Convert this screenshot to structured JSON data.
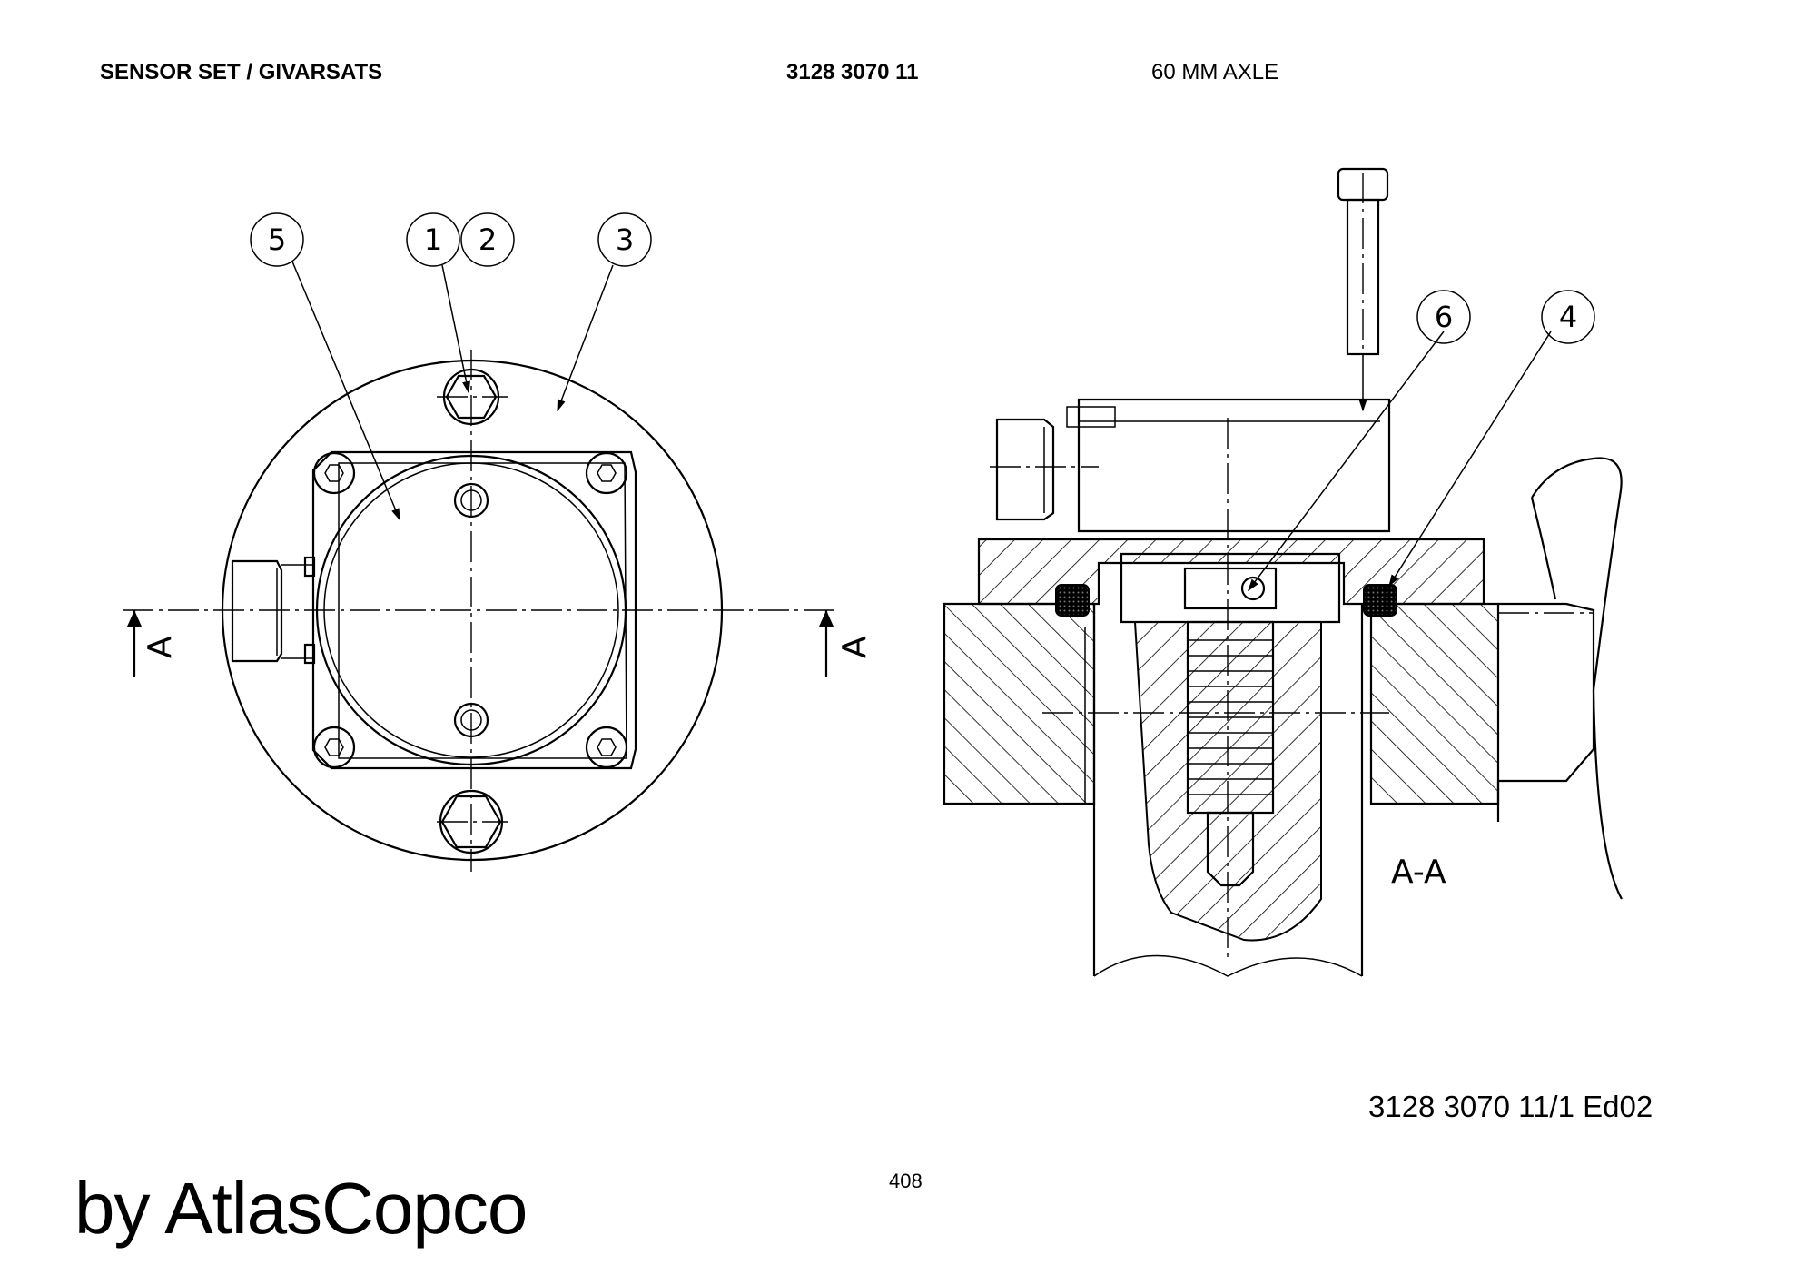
{
  "header": {
    "title": "SENSOR SET / GIVARSATS",
    "part_number": "3128 3070 11",
    "variant": "60 MM AXLE"
  },
  "drawing": {
    "code": "3128 3070 11/1  Ed02",
    "section_mark": "A",
    "section_label": "A-A",
    "callouts": {
      "c1": "1",
      "c2": "2",
      "c3": "3",
      "c4": "4",
      "c5": "5",
      "c6": "6"
    }
  },
  "footer": {
    "page_number": "408",
    "brand": "by AtlasCopco"
  }
}
